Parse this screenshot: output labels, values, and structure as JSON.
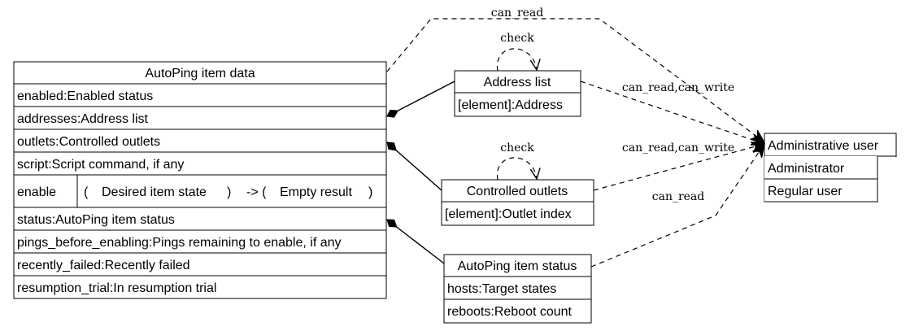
{
  "autoping_item_data": {
    "title": "AutoPing item data",
    "rows": [
      "enabled:Enabled status",
      "addresses:Address list",
      "outlets:Controlled outlets",
      "script:Script command, if any"
    ],
    "enable_row": {
      "name": "enable",
      "open1": "(",
      "arg": "Desired item state",
      "close1": ")",
      "arrow": "-> (",
      "result": "Empty result",
      "close2": ")"
    },
    "rows_after": [
      "status:AutoPing item status",
      "pings_before_enabling:Pings remaining to enable, if any",
      "recently_failed:Recently failed",
      "resumption_trial:In resumption trial"
    ]
  },
  "address_list": {
    "title": "Address list",
    "rows": [
      "[element]:Address"
    ],
    "self_label": "check"
  },
  "controlled_outlets": {
    "title": "Controlled outlets",
    "rows": [
      "[element]:Outlet index"
    ],
    "self_label": "check"
  },
  "autoping_item_status": {
    "title": "AutoPing item status",
    "rows": [
      "hosts:Target states",
      "reboots:Reboot count"
    ]
  },
  "administrative_user": {
    "title": "Administrative user",
    "rows": [
      "Administrator",
      "Regular user"
    ]
  },
  "edges": {
    "data_to_admin": "can_read",
    "address_to_admin": "can_read,can_write",
    "outlets_to_admin": "can_read,can_write",
    "status_to_admin": "can_read"
  }
}
